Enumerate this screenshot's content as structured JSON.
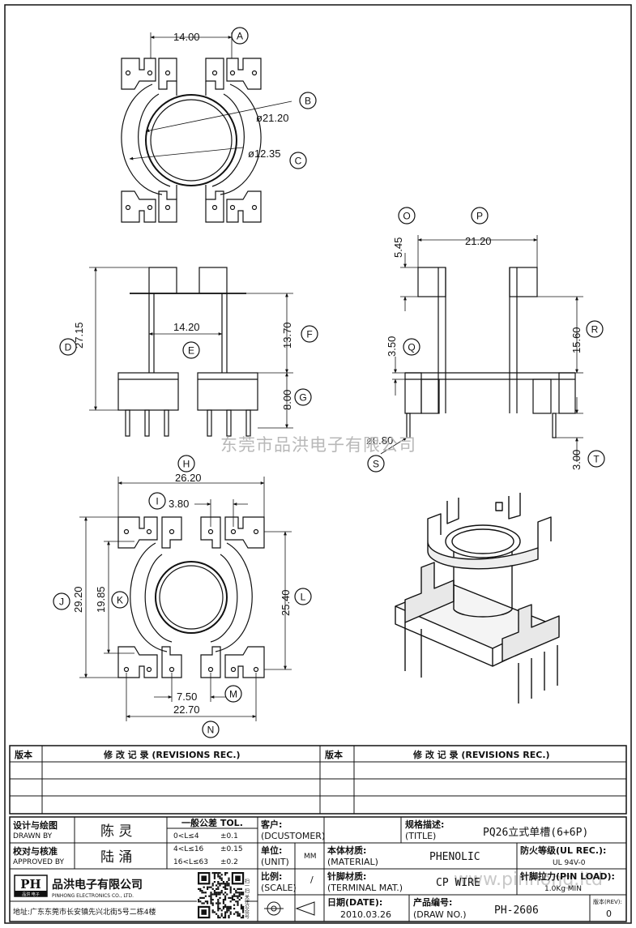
{
  "dimensions": {
    "A": {
      "letter": "A",
      "value": "14.00"
    },
    "B": {
      "letter": "B",
      "value": "ø21.20"
    },
    "C": {
      "letter": "C",
      "value": "ø12.35"
    },
    "D": {
      "letter": "D",
      "value": "27.15"
    },
    "E": {
      "letter": "E",
      "value": "14.20"
    },
    "F": {
      "letter": "F",
      "value": "13.70"
    },
    "G": {
      "letter": "G",
      "value": "8.00"
    },
    "H": {
      "letter": "H",
      "value": "26.20"
    },
    "I": {
      "letter": "I",
      "value": "3.80"
    },
    "J": {
      "letter": "J",
      "value": "29.20"
    },
    "K": {
      "letter": "K",
      "value": "19.85"
    },
    "L": {
      "letter": "L",
      "value": "25.40"
    },
    "M": {
      "letter": "M",
      "value": "7.50"
    },
    "N": {
      "letter": "N",
      "value": "22.70"
    },
    "O": {
      "letter": "O",
      "value": "5.45"
    },
    "P": {
      "letter": "P",
      "value": "21.20"
    },
    "Q": {
      "letter": "Q",
      "value": "3.50"
    },
    "R": {
      "letter": "R",
      "value": "15.60"
    },
    "S": {
      "letter": "S",
      "value": "ø0.80"
    },
    "T": {
      "letter": "T",
      "value": "3.00"
    }
  },
  "watermark": "东莞市品洪电子有限公司",
  "watermark_url": "www.pinhong.ltd",
  "title_block": {
    "rev_head_left": "版本",
    "rev_head_mid_left": "修 改 记 录 (REVISIONS REC.)",
    "rev_head_right": "版本",
    "rev_head_mid_right": "修 改 记 录 (REVISIONS REC.)",
    "designer_label_cn": "设计与绘图",
    "designer_label_en": "DRAWN BY",
    "designer_name": "陈 灵",
    "approver_label_cn": "校对与核准",
    "approver_label_en": "APPROVED BY",
    "approver_name": "陆 涌",
    "tol_title": "一般公差 TOL.",
    "tol_rows": [
      {
        "range": "0<L≤4",
        "tol": "±0.1"
      },
      {
        "range": "4<L≤16",
        "tol": "±0.15"
      },
      {
        "range": "16<L≤63",
        "tol": "±0.2"
      }
    ],
    "customer_label_cn": "客户:",
    "customer_label_en": "(DCUSTOMER)",
    "spec_label_cn": "规格描述:",
    "spec_label_en": "(TITLE)",
    "spec_value": "PQ26立式单槽(6+6P)",
    "unit_label_cn": "单位:",
    "unit_label_en": "(UNIT)",
    "unit_value": "MM",
    "material_label_cn": "本体材质:",
    "material_label_en": "(MATERIAL)",
    "material_value": "PHENOLIC",
    "flame_label_cn": "防火等级(UL REC.):",
    "flame_value": "UL 94V-0",
    "scale_label_cn": "比例:",
    "scale_label_en": "(SCALE)",
    "scale_value": "/",
    "terminal_label_cn": "针脚材质:",
    "terminal_label_en": "(TERMINAL MAT.)",
    "terminal_value": "CP WIRE",
    "pinload_label_cn": "针脚拉力(PIN LOAD):",
    "pinload_value": "1.0Kg MIN",
    "date_label_cn": "日期(DATE):",
    "date_value": "2010.03.26",
    "drawno_label_cn": "产品编号:",
    "drawno_label_en": "(DRAW NO.)",
    "drawno_value": "PH-2606",
    "rev_label": "版本(REV):",
    "rev_value": "0",
    "company_cn": "品洪电子有限公司",
    "company_en": "PINHONG ELECTRONICS CO., LTD.",
    "logo_letters": "PH",
    "logo_sub": "品洪 电子",
    "qr_side_text": "扫一扫 关注公众号",
    "address": "地址:广东东莞市长安镇先兴北街5号二栋4楼"
  }
}
